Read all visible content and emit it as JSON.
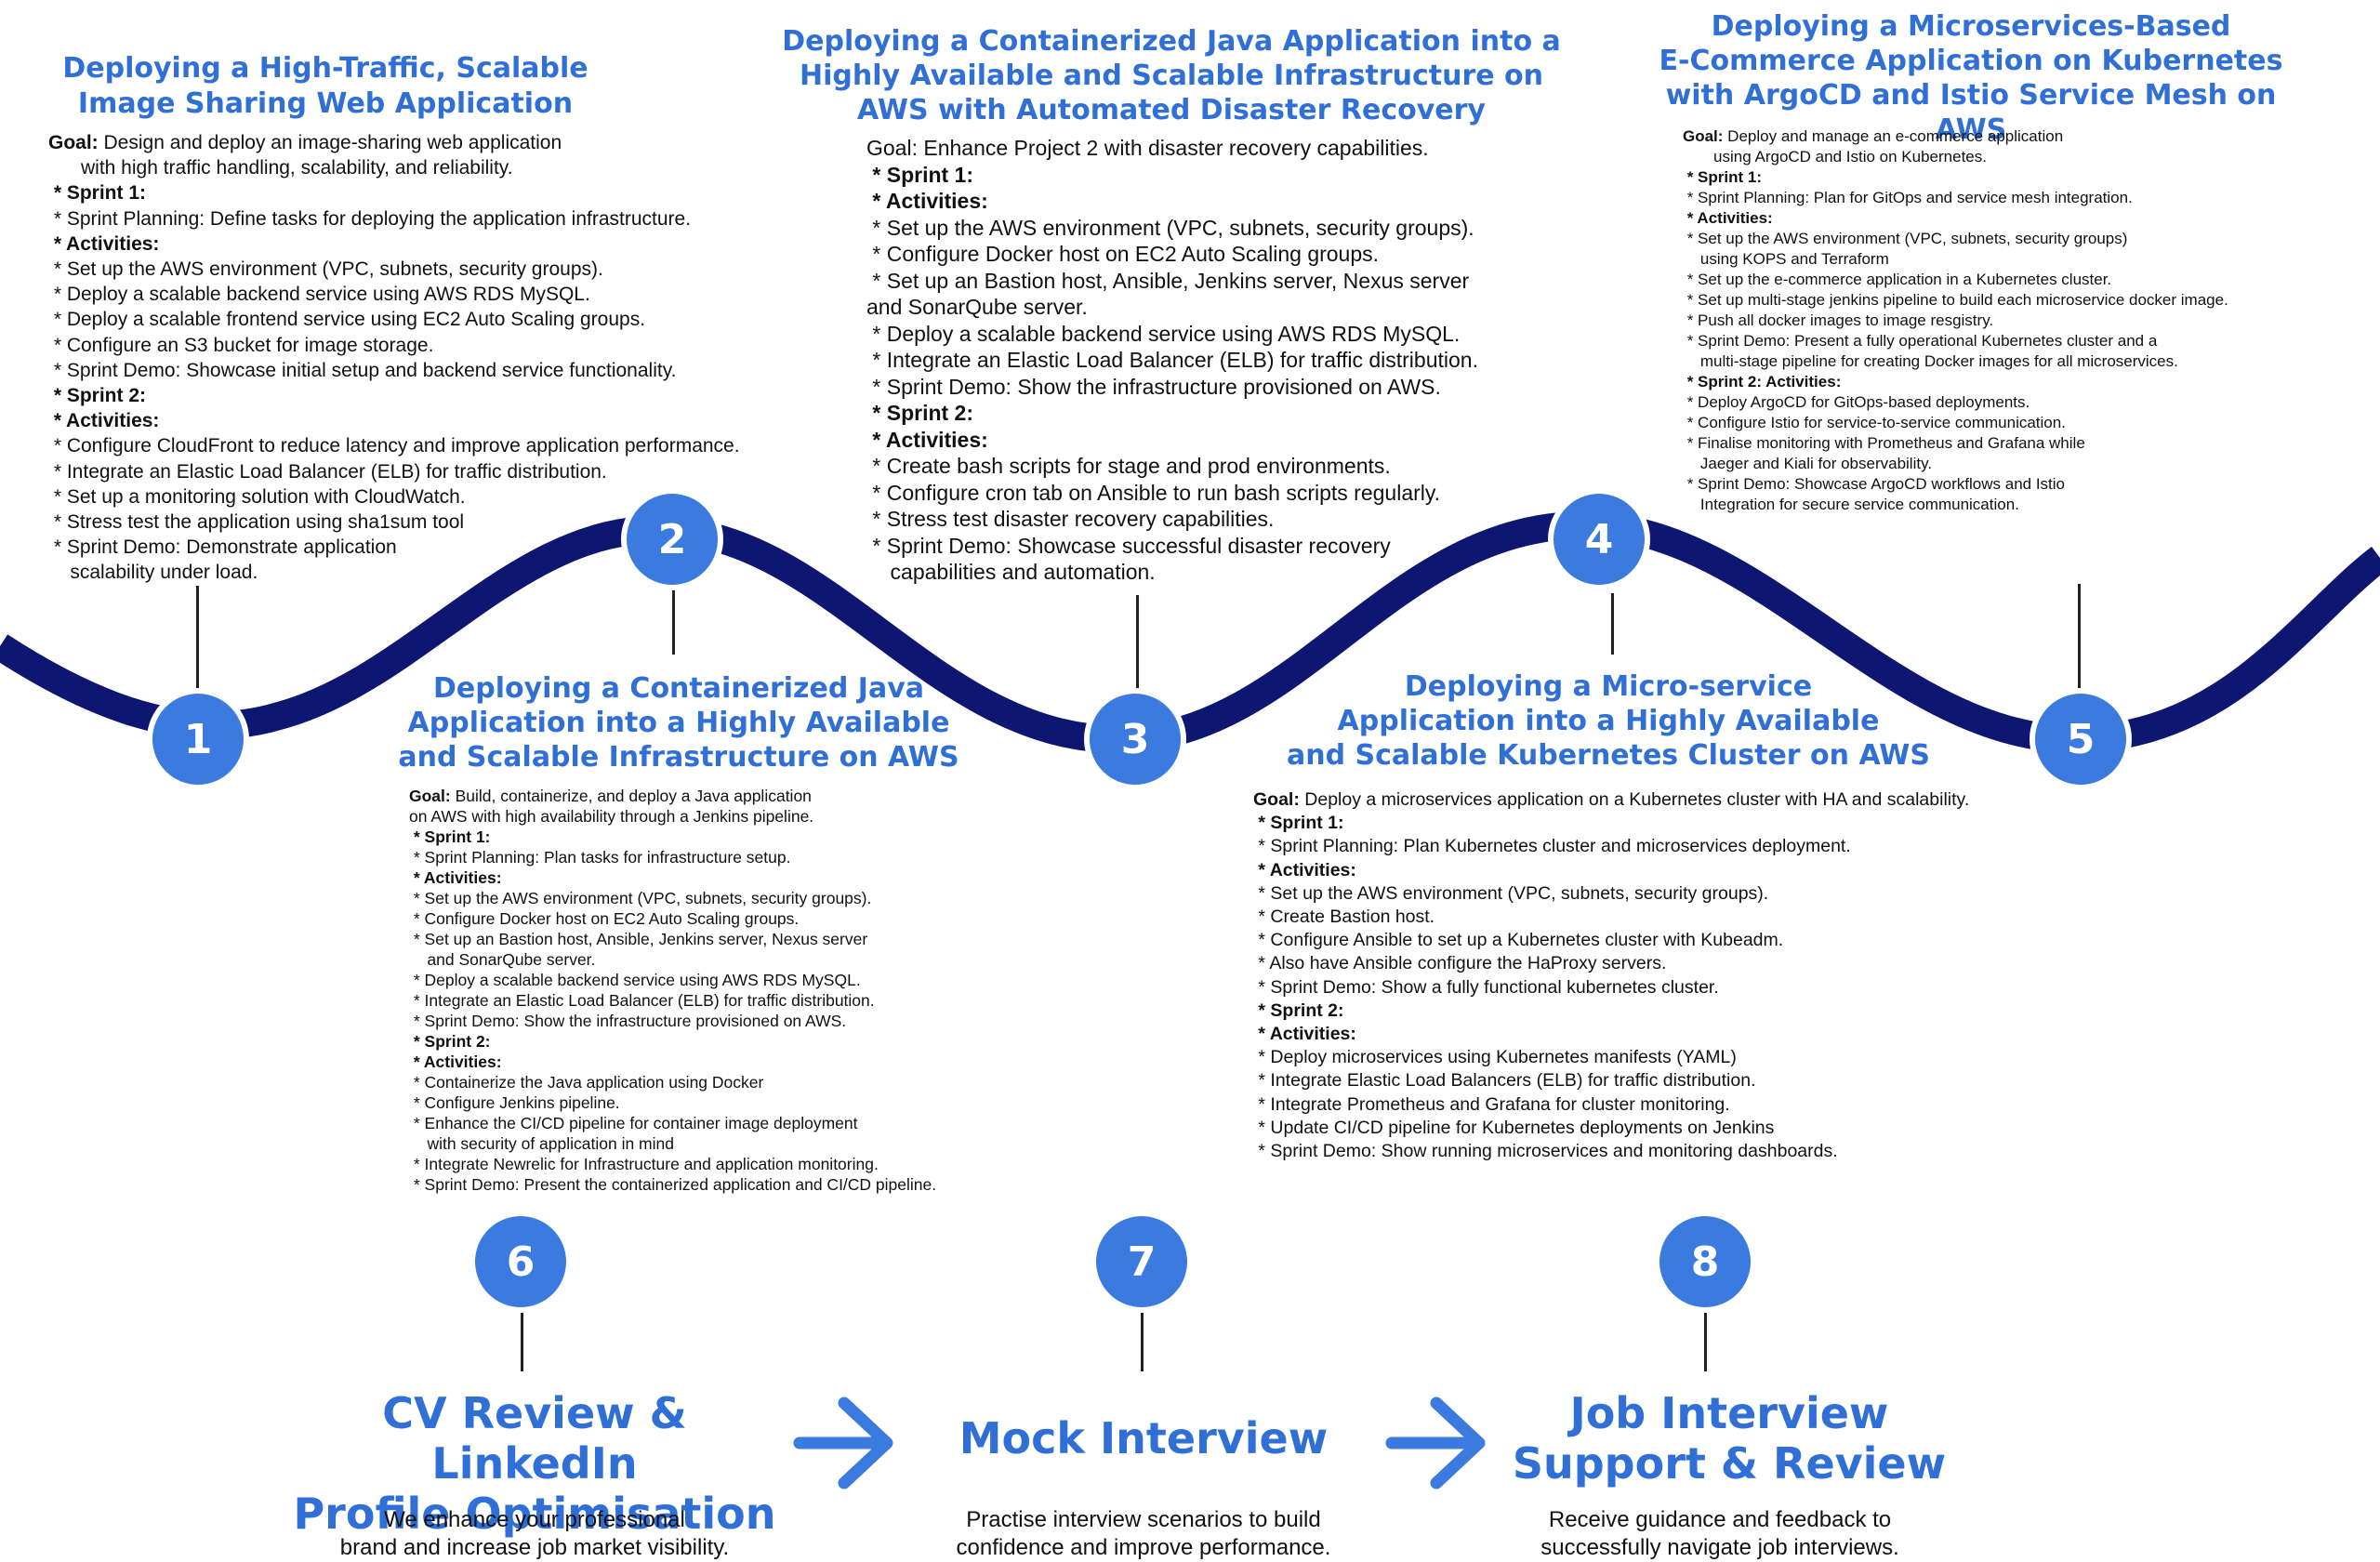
{
  "colors": {
    "wave": "#0d1670",
    "accent": "#3b7be0",
    "title": "#2f6fd6",
    "stem": "#222222"
  },
  "projects": [
    {
      "number": "1",
      "title": [
        "Deploying a High-Traffic, Scalable",
        "Image Sharing Web Application"
      ],
      "goal_label": "Goal:",
      "goal": " Design and deploy an image-sharing web application\n      with high traffic handling, scalability, and reliability.",
      "items": [
        {
          "t": " * Sprint 1:",
          "b": true
        },
        {
          "t": " * Sprint Planning: Define tasks for deploying the application infrastructure.",
          "b": false
        },
        {
          "t": " * Activities:",
          "b": true
        },
        {
          "t": " * Set up the AWS environment (VPC, subnets, security groups).",
          "b": false
        },
        {
          "t": " * Deploy a scalable backend service using AWS RDS MySQL.",
          "b": false
        },
        {
          "t": " * Deploy a scalable frontend service using EC2 Auto Scaling groups.",
          "b": false
        },
        {
          "t": " * Configure an S3 bucket for image storage.",
          "b": false
        },
        {
          "t": " * Sprint Demo: Showcase initial setup and backend service functionality.",
          "b": false
        },
        {
          "t": " * Sprint 2:",
          "b": true
        },
        {
          "t": " * Activities:",
          "b": true
        },
        {
          "t": " * Configure CloudFront to reduce latency and improve application performance.",
          "b": false
        },
        {
          "t": " * Integrate an Elastic Load Balancer (ELB) for traffic distribution.",
          "b": false
        },
        {
          "t": " * Set up a monitoring solution with CloudWatch.",
          "b": false
        },
        {
          "t": " * Stress test the application using sha1sum tool",
          "b": false
        },
        {
          "t": " * Sprint Demo: Demonstrate application\n    scalability under load.",
          "b": false
        }
      ]
    },
    {
      "number": "2",
      "title": [
        "Deploying a Containerized Java",
        "Application into a Highly Available",
        "and Scalable Infrastructure on AWS"
      ],
      "goal_label": "Goal:",
      "goal": " Build, containerize, and deploy a Java application\non AWS with high availability through a Jenkins pipeline.",
      "items": [
        {
          "t": " * Sprint 1:",
          "b": true
        },
        {
          "t": " * Sprint Planning: Plan tasks for infrastructure setup.",
          "b": false
        },
        {
          "t": " * Activities:",
          "b": true
        },
        {
          "t": " * Set up the AWS environment (VPC, subnets, security groups).",
          "b": false
        },
        {
          "t": " * Configure Docker host on EC2 Auto Scaling groups.",
          "b": false
        },
        {
          "t": " * Set up an Bastion host, Ansible, Jenkins server, Nexus server\n    and SonarQube server.",
          "b": false
        },
        {
          "t": " * Deploy a scalable backend service using AWS RDS MySQL.",
          "b": false
        },
        {
          "t": " * Integrate an Elastic Load Balancer (ELB) for traffic distribution.",
          "b": false
        },
        {
          "t": " * Sprint Demo: Show the infrastructure provisioned on AWS.",
          "b": false
        },
        {
          "t": " * Sprint 2:",
          "b": true
        },
        {
          "t": " * Activities:",
          "b": true
        },
        {
          "t": " * Containerize the Java application using Docker",
          "b": false
        },
        {
          "t": " * Configure Jenkins pipeline.",
          "b": false
        },
        {
          "t": " * Enhance the CI/CD pipeline for container image deployment\n    with security of application in mind",
          "b": false
        },
        {
          "t": " * Integrate Newrelic for Infrastructure and application monitoring.",
          "b": false
        },
        {
          "t": " * Sprint Demo: Present the containerized application and CI/CD pipeline.",
          "b": false
        }
      ]
    },
    {
      "number": "3",
      "title": [
        "Deploying a Containerized Java Application into a",
        "Highly Available and Scalable Infrastructure on",
        "AWS with Automated Disaster Recovery"
      ],
      "goal_label": "",
      "goal": "Goal: Enhance Project 2 with disaster recovery capabilities.",
      "items": [
        {
          "t": " * Sprint 1:",
          "b": true
        },
        {
          "t": " * Activities:",
          "b": true
        },
        {
          "t": " * Set up the AWS environment (VPC, subnets, security groups).",
          "b": false
        },
        {
          "t": " * Configure Docker host on EC2 Auto Scaling groups.",
          "b": false
        },
        {
          "t": " * Set up an Bastion host, Ansible, Jenkins server, Nexus server\nand SonarQube server.",
          "b": false
        },
        {
          "t": " * Deploy a scalable backend service using AWS RDS MySQL.",
          "b": false
        },
        {
          "t": " * Integrate an Elastic Load Balancer (ELB) for traffic distribution.",
          "b": false
        },
        {
          "t": " * Sprint Demo: Show the infrastructure provisioned on AWS.",
          "b": false
        },
        {
          "t": " * Sprint 2:",
          "b": true
        },
        {
          "t": " * Activities:",
          "b": true
        },
        {
          "t": " * Create bash scripts for stage and prod environments.",
          "b": false
        },
        {
          "t": " * Configure cron tab on Ansible to run bash scripts regularly.",
          "b": false
        },
        {
          "t": " * Stress test disaster recovery capabilities.",
          "b": false
        },
        {
          "t": " * Sprint Demo: Showcase successful disaster recovery\n    capabilities and automation.",
          "b": false
        }
      ]
    },
    {
      "number": "4",
      "title": [
        "Deploying a Micro-service",
        "Application into a Highly Available",
        "and Scalable Kubernetes Cluster on AWS"
      ],
      "goal_label": "Goal:",
      "goal": " Deploy a microservices application on a Kubernetes cluster with HA and scalability.",
      "items": [
        {
          "t": " * Sprint 1:",
          "b": true
        },
        {
          "t": " * Sprint Planning: Plan Kubernetes cluster and microservices deployment.",
          "b": false
        },
        {
          "t": " * Activities:",
          "b": true
        },
        {
          "t": " * Set up the AWS environment (VPC, subnets, security groups).",
          "b": false
        },
        {
          "t": " * Create Bastion host.",
          "b": false
        },
        {
          "t": " * Configure Ansible to set up a Kubernetes cluster with Kubeadm.",
          "b": false
        },
        {
          "t": " * Also have Ansible configure the HaProxy servers.",
          "b": false
        },
        {
          "t": " * Sprint Demo: Show a fully functional kubernetes cluster.",
          "b": false
        },
        {
          "t": " * Sprint 2:",
          "b": true
        },
        {
          "t": " * Activities:",
          "b": true
        },
        {
          "t": " * Deploy microservices using Kubernetes manifests (YAML)",
          "b": false
        },
        {
          "t": " * Integrate Elastic Load Balancers (ELB) for traffic distribution.",
          "b": false
        },
        {
          "t": " * Integrate Prometheus and Grafana for cluster monitoring.",
          "b": false
        },
        {
          "t": " * Update CI/CD pipeline for Kubernetes deployments on Jenkins",
          "b": false
        },
        {
          "t": " * Sprint Demo: Show running microservices and monitoring dashboards.",
          "b": false
        }
      ]
    },
    {
      "number": "5",
      "title": [
        "Deploying a Microservices-Based",
        "E-Commerce Application on Kubernetes",
        "with ArgoCD and Istio Service Mesh on AWS"
      ],
      "goal_label": "Goal:",
      "goal": " Deploy and manage an e-commerce application\n       using ArgoCD and Istio on Kubernetes.",
      "items": [
        {
          "t": " * Sprint 1:",
          "b": true
        },
        {
          "t": " * Sprint Planning: Plan for GitOps and service mesh integration.",
          "b": false
        },
        {
          "t": " * Activities:",
          "b": true
        },
        {
          "t": " * Set up the AWS environment (VPC, subnets, security groups)\n    using KOPS and Terraform",
          "b": false
        },
        {
          "t": " * Set up the e-commerce application in a Kubernetes cluster.",
          "b": false
        },
        {
          "t": " * Set up multi-stage jenkins pipeline to build each microservice docker image.",
          "b": false
        },
        {
          "t": " * Push all docker images to image resgistry.",
          "b": false
        },
        {
          "t": " * Sprint Demo: Present a fully operational Kubernetes cluster and a\n    multi-stage pipeline for creating Docker images for all microservices.",
          "b": false
        },
        {
          "t": " * Sprint 2: Activities:",
          "b": true
        },
        {
          "t": " * Deploy ArgoCD for GitOps-based deployments.",
          "b": false
        },
        {
          "t": " * Configure Istio for service-to-service communication.",
          "b": false
        },
        {
          "t": " * Finalise monitoring with Prometheus and Grafana while\n    Jaeger and Kiali for observability.",
          "b": false
        },
        {
          "t": " * Sprint Demo: Showcase ArgoCD workflows and Istio\n    Integration for secure service communication.",
          "b": false
        }
      ]
    }
  ],
  "services": [
    {
      "number": "6",
      "title": [
        "CV Review & LinkedIn",
        "Profile Optimisation"
      ],
      "desc": [
        "We enhance your professional",
        "brand and increase job market visibility."
      ]
    },
    {
      "number": "7",
      "title": [
        "Mock Interview"
      ],
      "desc": [
        "Practise interview scenarios to build",
        "confidence and improve performance."
      ]
    },
    {
      "number": "8",
      "title": [
        "Job Interview",
        "Support & Review"
      ],
      "desc": [
        "Receive guidance and feedback to",
        "successfully navigate job interviews."
      ]
    }
  ]
}
